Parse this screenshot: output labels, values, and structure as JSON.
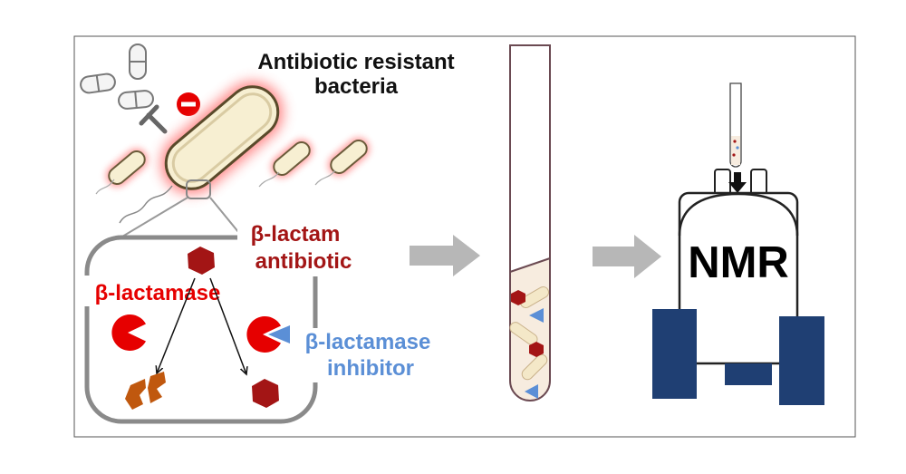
{
  "labels": {
    "title_line1": "Antibiotic resistant",
    "title_line2": "bacteria",
    "antibiotic_line1": "β-lactam",
    "antibiotic_line2": "antibiotic",
    "enzyme": "β-lactamase",
    "inhibitor_line1": "β-lactamase",
    "inhibitor_line2": "inhibitor",
    "instrument": "NMR"
  },
  "colors": {
    "frame": "#555555",
    "title_text": "#111111",
    "antibiotic": "#a31515",
    "enzyme": "#e60000",
    "inhibitor": "#5b8fd6",
    "fragment": "#c0580e",
    "bacterium_fill": "#f7efd2",
    "bacterium_glow": "#ff6b6b",
    "arrow_grey": "#b7b7b7",
    "tube_outline": "#6b4a52",
    "magnet_blue": "#1f3f73",
    "instrument_text": "#000000"
  },
  "icons": {
    "minus": "red-minus-circle-icon",
    "blocker": "t-bar-inhibition-icon",
    "capsule": "pill-capsule-icon",
    "process_arrow": "grey-block-arrow-icon",
    "insert_arrow": "black-down-arrow-icon"
  }
}
